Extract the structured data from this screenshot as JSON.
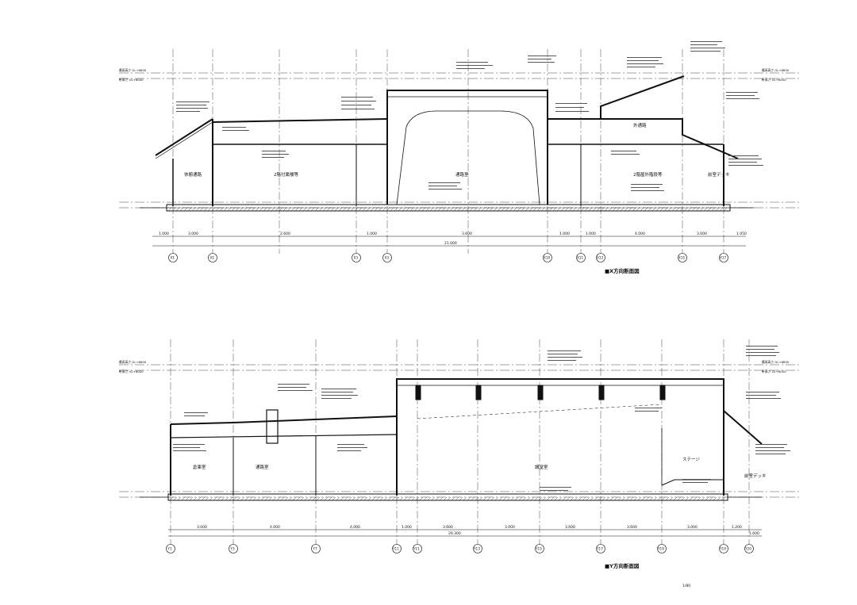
{
  "sections": [
    {
      "caption": "■X方向断面図",
      "rooms": [
        "休憩通路",
        "2階付属楼等",
        "通路室",
        "2階屋外階段等",
        "外通路",
        "前室デッキ"
      ],
      "dims": [
        "1.000",
        "3.000",
        "2.600",
        "1.000",
        "3.600",
        "1.000",
        "1.000",
        "4.000",
        "3.000",
        "1.050"
      ],
      "total": "21.000",
      "grid_labels": [
        "X1",
        "X1",
        "X3",
        "X3",
        "X10",
        "X11",
        "X13",
        "X15",
        "X17"
      ],
      "levels": [
        "最高高さ GL+6800",
        "軒高さ GL+6000"
      ]
    },
    {
      "caption": "■Y方向断面図",
      "rooms": [
        "倉庫室",
        "通路室",
        "講堂室",
        "ステージ",
        "前室デッキ"
      ],
      "dims": [
        "3.000",
        "4.000",
        "4.000",
        "1.000",
        "3.600",
        "3.000",
        "3.600",
        "3.600",
        "3.000",
        "1.200"
      ],
      "total": "29.300",
      "grid_labels": [
        "Y1",
        "Y3",
        "Y7",
        "Y11",
        "Y11",
        "Y13",
        "Y15",
        "Y17",
        "Y19",
        "Y19",
        "Y20"
      ],
      "extra_dim": "1.600",
      "levels": [
        "最高高さ GL+6800",
        "軒高さ GL+6000"
      ]
    }
  ],
  "scale": "1/80"
}
